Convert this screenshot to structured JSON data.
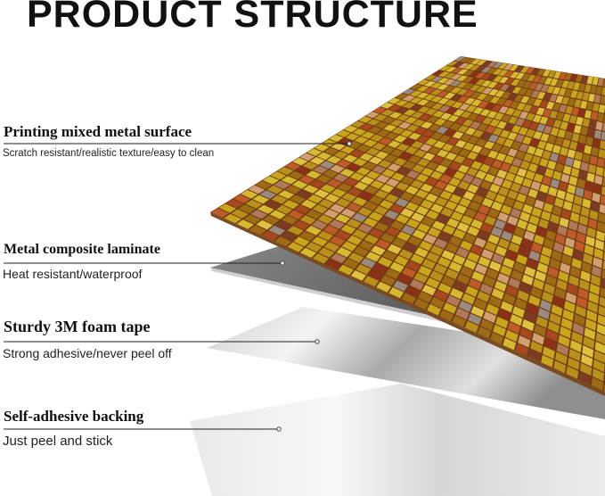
{
  "title": "PRODUCT STRUCTURE",
  "layers": [
    {
      "heading": "Printing mixed metal surface",
      "description": "Scratch resistant/realistic texture/easy to clean"
    },
    {
      "heading": "Metal composite laminate",
      "description": "Heat resistant/waterproof"
    },
    {
      "heading": "Sturdy 3M foam tape",
      "description": "Strong adhesive/never peel off"
    },
    {
      "heading": "Self-adhesive backing",
      "description": "Just peel and stick"
    }
  ],
  "tile_palette": [
    "#c9a51c",
    "#b8901a",
    "#d6b92e",
    "#9e6a14",
    "#a8481c",
    "#8e2f17",
    "#c05a28",
    "#7d3b22",
    "#b07a5a",
    "#d2a070",
    "#9a8a80",
    "#e0c040"
  ]
}
